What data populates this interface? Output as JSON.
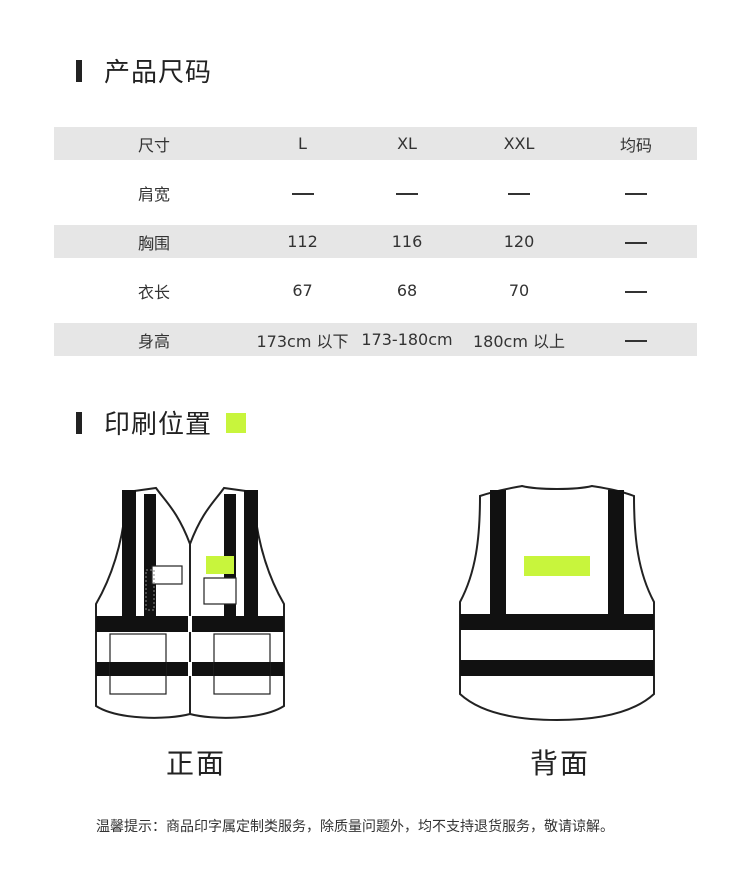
{
  "size_section": {
    "title": "产品尺码"
  },
  "size_table": {
    "header": [
      "尺寸",
      "L",
      "XL",
      "XXL",
      "均码"
    ],
    "rows": [
      {
        "label": "肩宽",
        "cells": [
          "—",
          "—",
          "—",
          "—"
        ]
      },
      {
        "label": "胸围",
        "cells": [
          "112",
          "116",
          "120",
          "—"
        ]
      },
      {
        "label": "衣长",
        "cells": [
          "67",
          "68",
          "70",
          "—"
        ]
      },
      {
        "label": "身高",
        "cells": [
          "173cm 以下",
          "173-180cm",
          "180cm 以上",
          "—"
        ]
      }
    ]
  },
  "print_section": {
    "title": "印刷位置",
    "marker_color": "#c8f53c"
  },
  "vests": {
    "front_caption": "正面",
    "back_caption": "背面",
    "print_area_color": "#c8f53c"
  },
  "notice": "温馨提示：商品印字属定制类服务，除质量问题外，均不支持退货服务，敬请谅解。"
}
